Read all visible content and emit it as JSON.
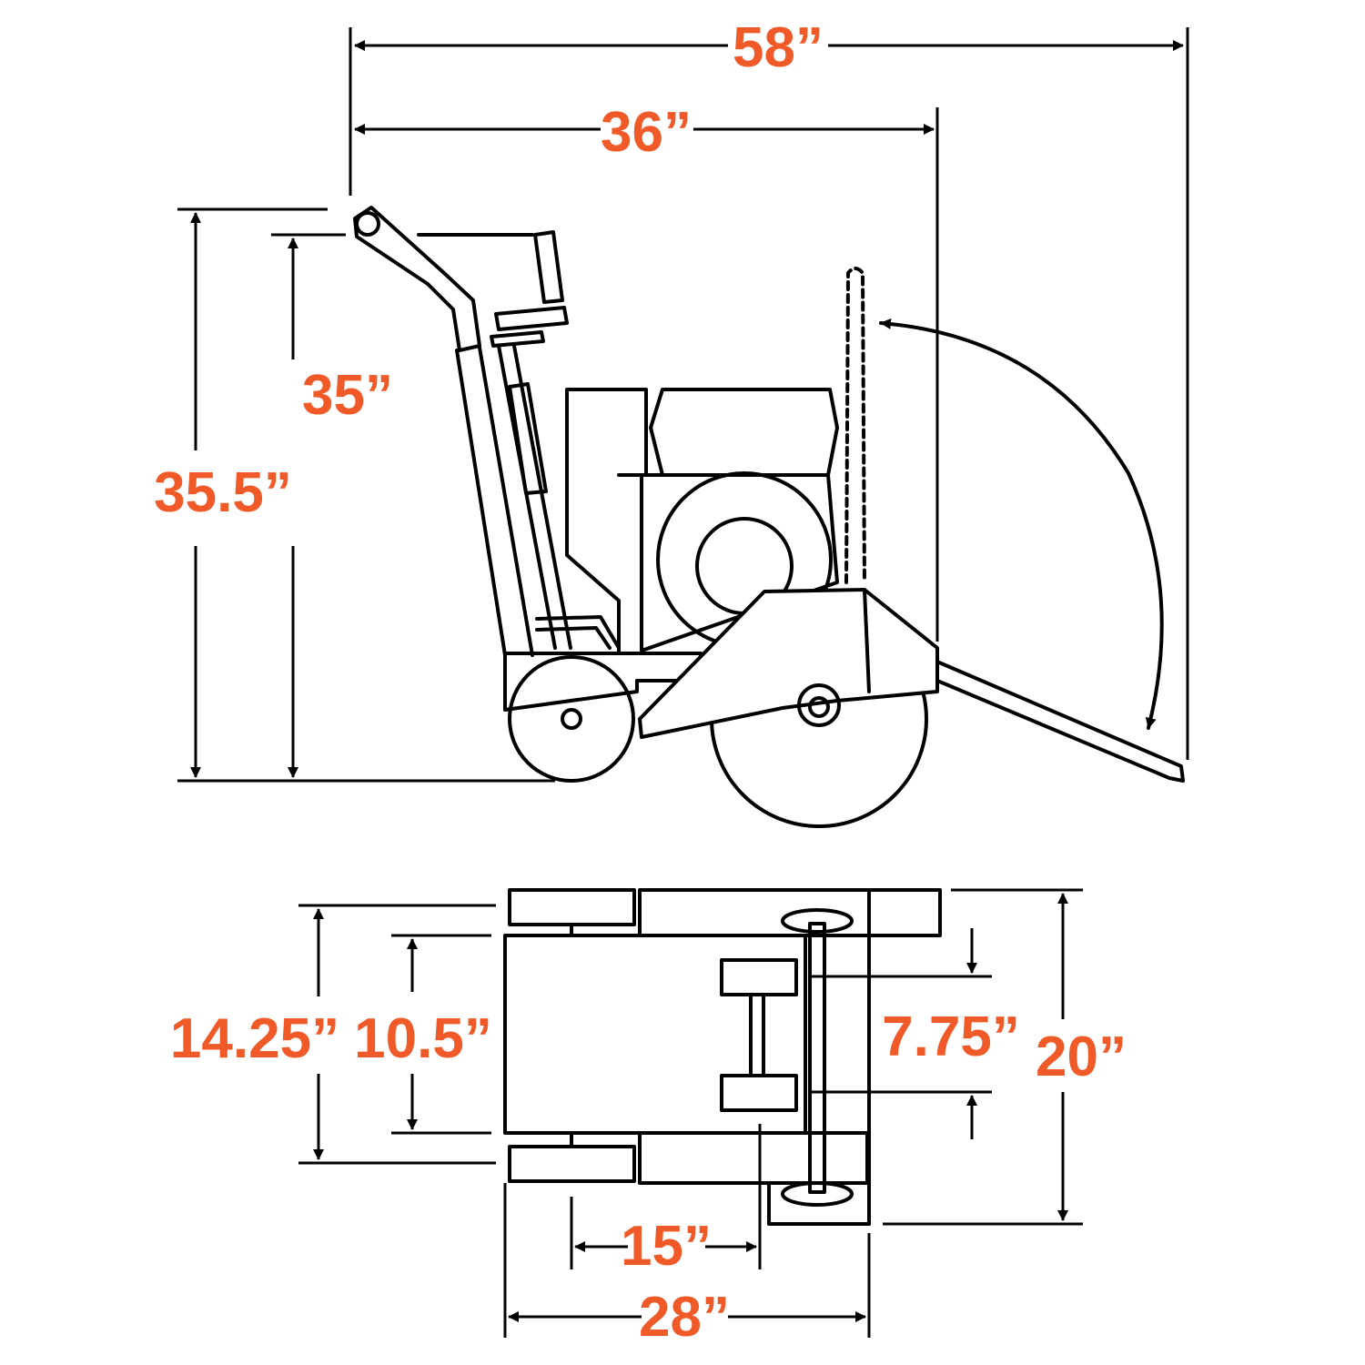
{
  "side_view": {
    "overall_length": "58”",
    "length_to_blade_guard": "36”",
    "handle_height": "35”",
    "overall_height": "35.5”"
  },
  "top_view": {
    "frame_width": "14.25”",
    "inner_width": "10.5”",
    "wheel_gap": "7.75”",
    "overall_width": "20”",
    "axle_distance": "15”",
    "overall_depth": "28”"
  },
  "colors": {
    "label": "#f05a28",
    "line": "#000000"
  }
}
